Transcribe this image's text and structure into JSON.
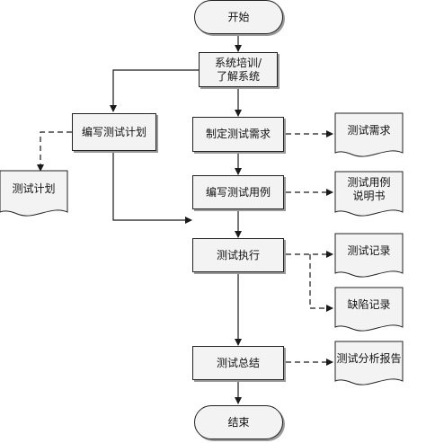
{
  "nodes": {
    "start": "开始",
    "understand_system": "系统培训/\n了解系统",
    "write_test_plan": "编写测试计划",
    "define_requirements": "制定测试需求",
    "write_test_cases": "编写测试用例",
    "execute_tests": "测试执行",
    "test_summary": "测试总结",
    "end": "结束"
  },
  "documents": {
    "test_plan": "测试计划",
    "test_requirements": "测试需求",
    "test_case_spec": "测试用例\n说明书",
    "test_record": "测试记录",
    "defect_record": "缺陷记录",
    "test_report": "测试分析报告"
  },
  "colors": {
    "line": "#1a1a1a",
    "fill": "#f3f3f3",
    "shadow": "#9a9a9a"
  }
}
